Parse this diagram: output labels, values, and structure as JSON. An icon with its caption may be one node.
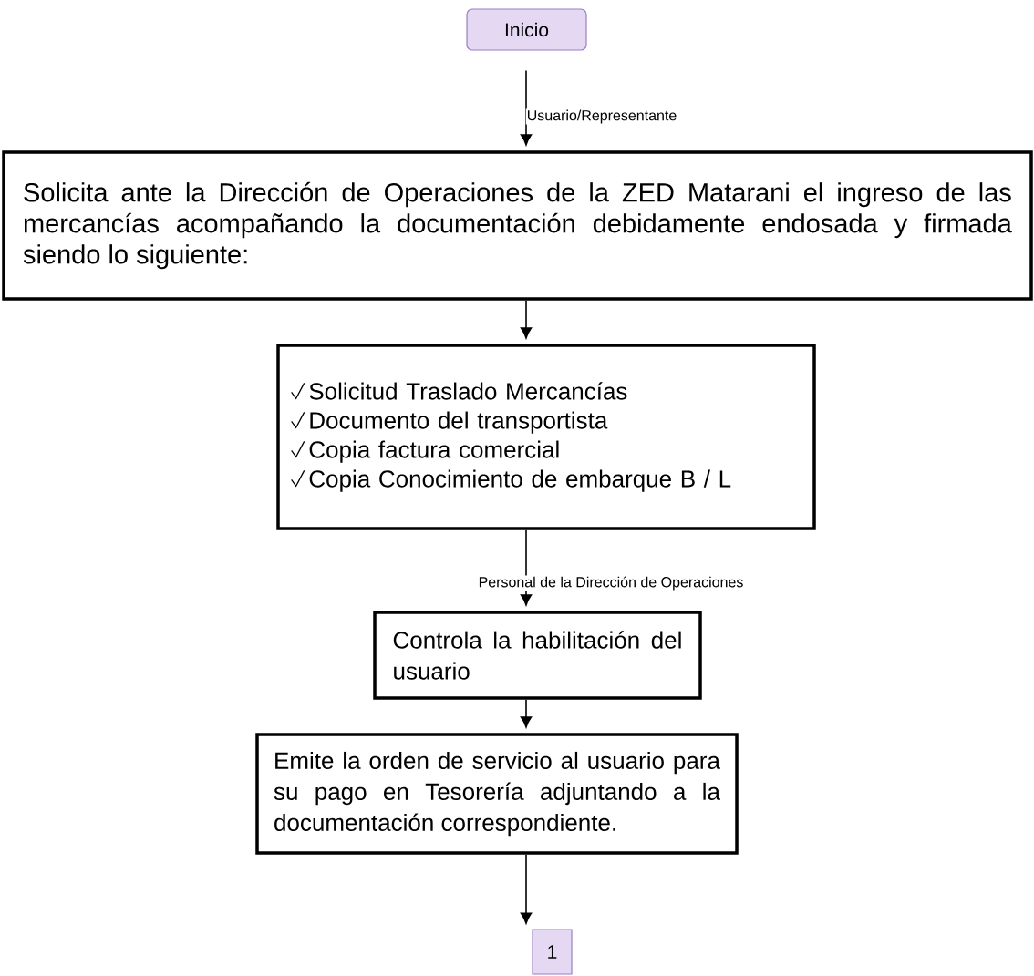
{
  "diagram": {
    "nodes": [
      {
        "text": [
          "Inicio"
        ]
      },
      {
        "text": [
          "Solicita  ante la Dirección de Operaciones  de la ZED Matarani el ingreso de las mercancías  acompañando la documentación debidamente endosada y firmada  siendo lo  siguiente:"
        ]
      },
      {
        "text": [
          "Solicitud Traslado Mercancías",
          "Documento del transportista",
          "Copia factura comercial",
          "Copia Conocimiento de embarque B / L"
        ]
      },
      {
        "text": [
          "Controla la habilitación del usuario"
        ]
      },
      {
        "text": [
          "Emite la orden de servicio al usuario para su pago en Tesorería adjuntando a la documentación correspondiente."
        ]
      },
      {
        "text": [
          "1"
        ]
      }
    ],
    "edges": [
      {
        "from": 0,
        "to": 1,
        "arrow": "to",
        "label": "Usuario/Representante"
      },
      {
        "from": 1,
        "to": 2,
        "arrow": "to"
      },
      {
        "from": 2,
        "to": 3,
        "arrow": "to",
        "label": "Personal de la Dirección de Operaciones"
      },
      {
        "from": 3,
        "to": 4,
        "arrow": "to"
      },
      {
        "from": 4,
        "to": 5,
        "arrow": "to"
      }
    ]
  }
}
